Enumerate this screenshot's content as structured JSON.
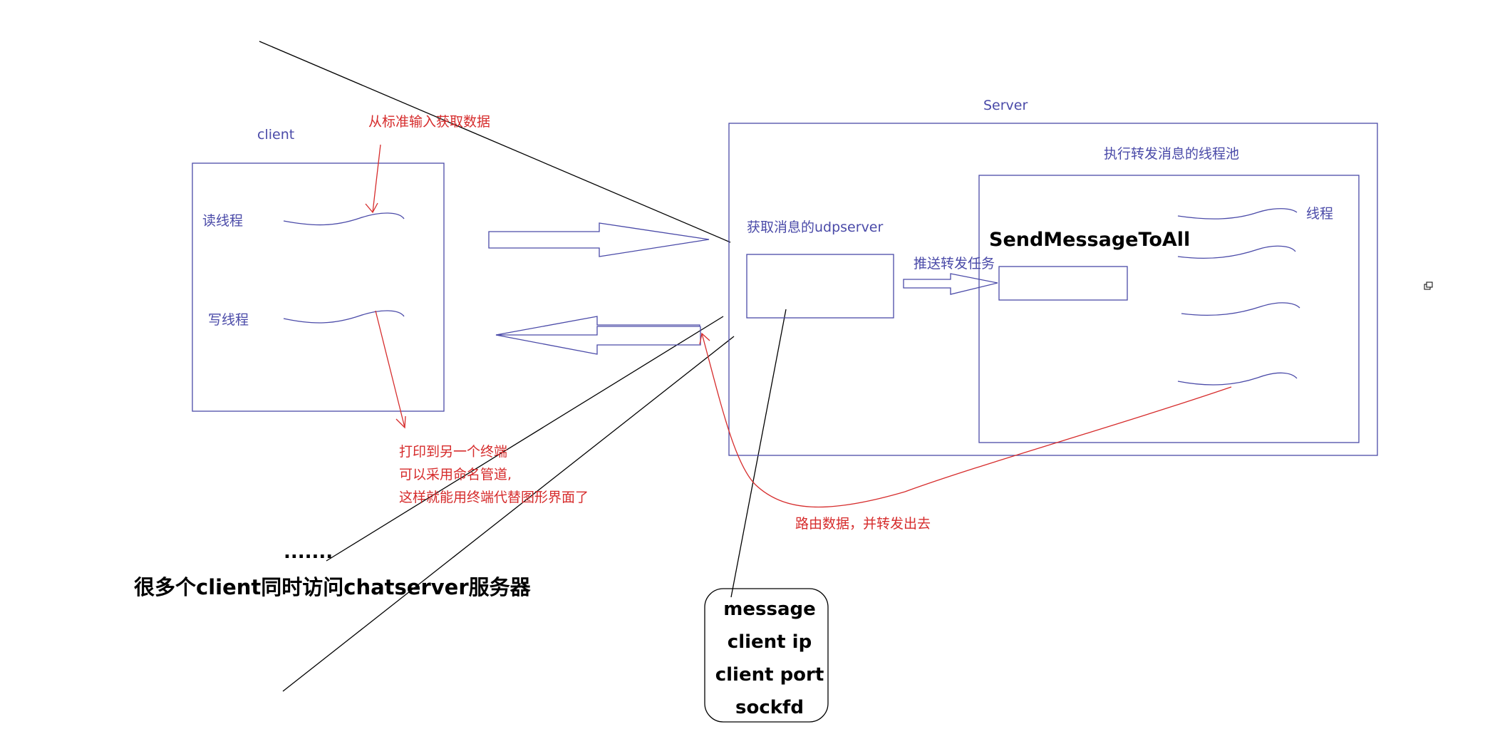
{
  "labels": {
    "server": "Server",
    "client": "client",
    "thread_pool": "执行转发消息的线程池",
    "udpserver": "获取消息的udpserver",
    "send_message_to_all": "SendMessageToAll",
    "push_task": "推送转发任务",
    "thread": "线程",
    "read_thread": "读线程",
    "write_thread": "写线程",
    "stdin_note": "从标准输入获取数据",
    "print_note": [
      "打印到另一个终端",
      "可以采用命名管道,",
      "这样就能用终端代替图形界面了"
    ],
    "route_note": "路由数据，并转发出去",
    "ellipsis": ".......",
    "many_clients": "很多个client同时访问chatserver服务器",
    "message_fields": [
      "message",
      "client ip",
      "client port",
      "sockfd"
    ]
  },
  "colors": {
    "blue": "#4a4aa8",
    "red": "#d62c2c",
    "black": "#000000"
  },
  "icons": {
    "corner": "restore-window-icon"
  }
}
